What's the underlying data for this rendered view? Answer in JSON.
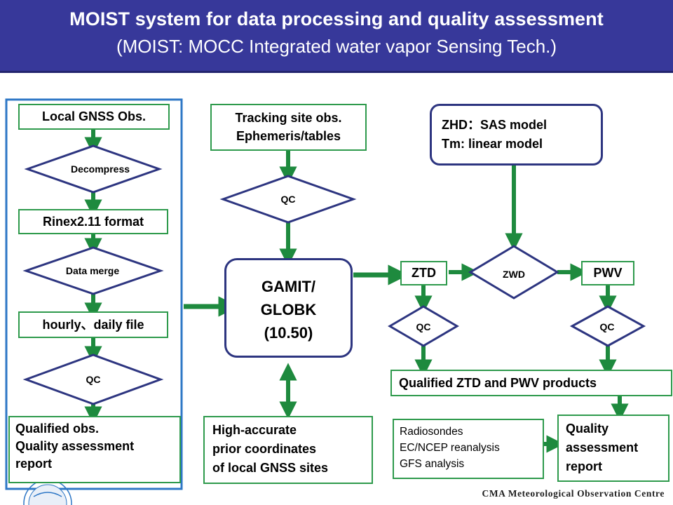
{
  "header": {
    "title": "MOIST system for data processing and quality assessment",
    "subtitle": "(MOIST: MOCC Integrated water vapor Sensing Tech.)"
  },
  "left_column": {
    "local_obs": "Local GNSS Obs.",
    "decompress": "Decompress",
    "rinex": "Rinex2.11 format",
    "data_merge": "Data merge",
    "hourly_daily": "hourly、daily file",
    "qc": "QC",
    "qualified_line1": "Qualified obs.",
    "qualified_line2": "Quality assessment",
    "qualified_line3": "report"
  },
  "center_column": {
    "tracking_line1": "Tracking site obs.",
    "tracking_line2": "Ephemeris/tables",
    "qc": "QC",
    "gamit_line1": "GAMIT/",
    "gamit_line2": "GLOBK",
    "gamit_line3": "(10.50)",
    "prior_line1": "High-accurate",
    "prior_line2": "prior coordinates",
    "prior_line3": "of local GNSS sites"
  },
  "right_column": {
    "model_line1": "ZHD：SAS model",
    "model_line2": "Tm:  linear model",
    "ztd": "ZTD",
    "zwd": "ZWD",
    "pwv": "PWV",
    "qc_left": "QC",
    "qc_right": "QC",
    "qualified_products": "Qualified ZTD and PWV products",
    "refs_line1": "Radiosondes",
    "refs_line2": "EC/NCEP reanalysis",
    "refs_line3": "GFS  analysis",
    "report_line1": "Quality",
    "report_line2": "assessment",
    "report_line3": "report"
  },
  "footer": {
    "org": "CMA Meteorological Observation Centre"
  },
  "colors": {
    "header_bg": "#37389a",
    "arrow": "#1e8a3e",
    "box_border": "#2e9a4c",
    "navy": "#2d3580",
    "left_frame": "#2e77c6"
  }
}
